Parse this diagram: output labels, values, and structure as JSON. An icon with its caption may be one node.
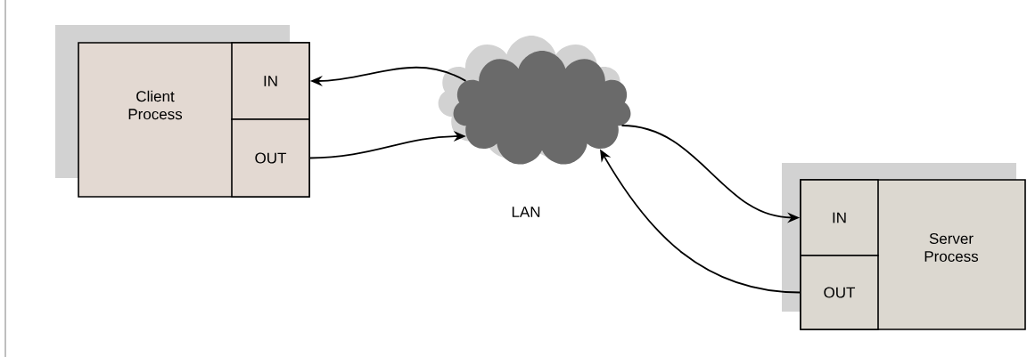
{
  "diagram": {
    "nodes": [
      {
        "text": [
          "Client Process"
        ]
      },
      {
        "text": [
          "IN"
        ],
        "in": 0
      },
      {
        "text": [
          "OUT"
        ],
        "in": 0
      },
      {
        "text": [],
        "shape": "cloud",
        "beside": [
          "LAN"
        ]
      },
      {
        "text": [
          "Server Process"
        ]
      },
      {
        "text": [
          "IN"
        ],
        "in": 4
      },
      {
        "text": [
          "OUT"
        ],
        "in": 4
      }
    ],
    "edges": [
      {
        "from": 3,
        "to": 1,
        "arrow": "to"
      },
      {
        "from": 2,
        "to": 3,
        "arrow": "to"
      },
      {
        "from": 3,
        "to": 5,
        "arrow": "to"
      },
      {
        "from": 6,
        "to": 3,
        "arrow": "to"
      }
    ]
  }
}
